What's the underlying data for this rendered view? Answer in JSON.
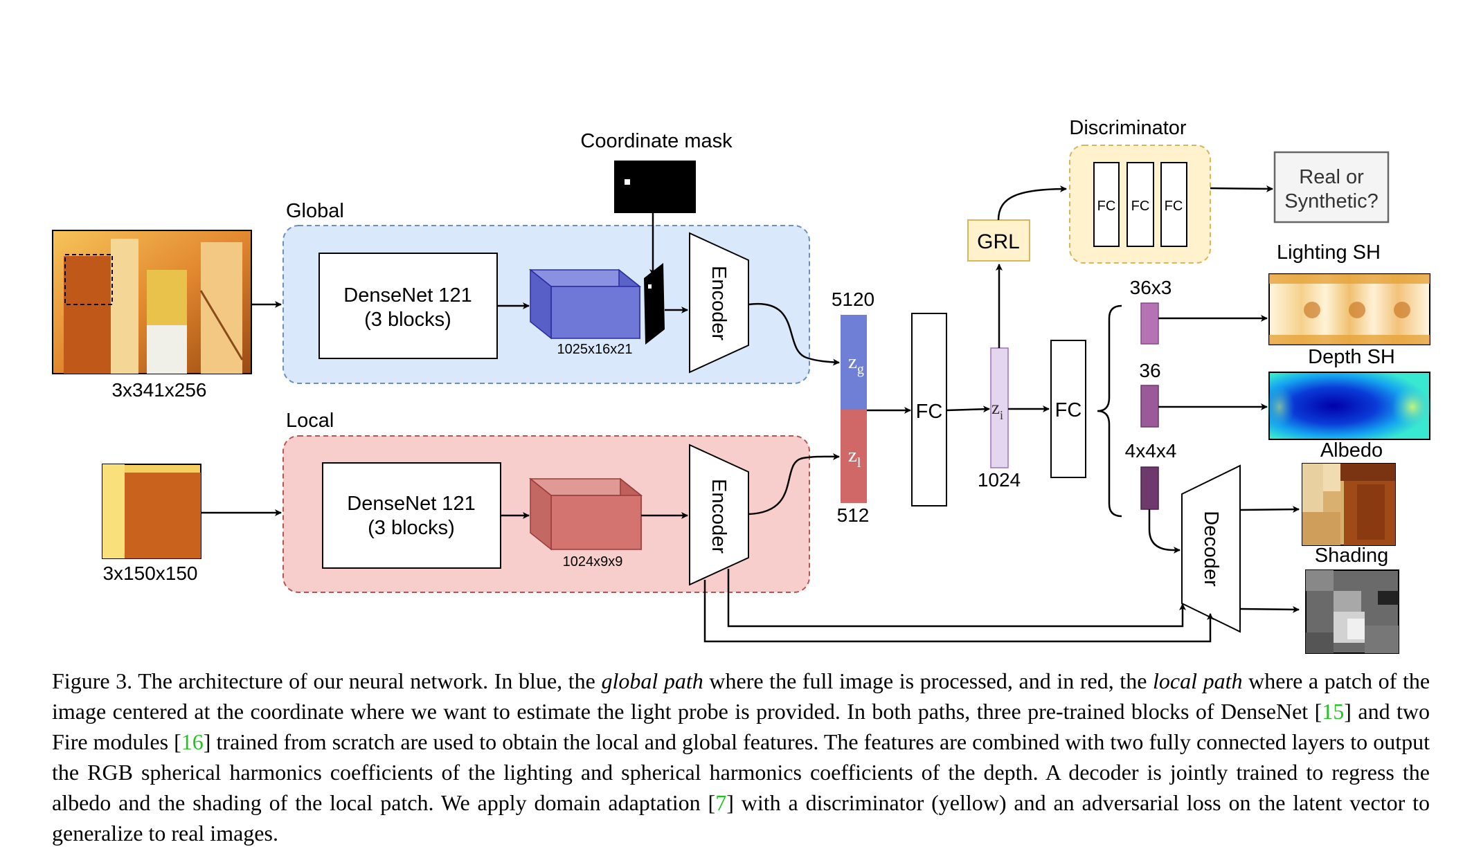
{
  "figure": {
    "title_coordinate_mask": "Coordinate mask",
    "label_global": "Global",
    "label_local": "Local",
    "input_global_dims": "3x341x256",
    "input_local_dims": "3x150x150",
    "densenet_global_line1": "DenseNet 121",
    "densenet_global_line2": "(3 blocks)",
    "densenet_local_line1": "DenseNet 121",
    "densenet_local_line2": "(3 blocks)",
    "tensor_global_dims": "1025x16x21",
    "tensor_local_dims": "1024x9x9",
    "encoder_global": "Encoder",
    "encoder_local": "Encoder",
    "zg_size": "5120",
    "zl_size": "512",
    "zg_base": "z",
    "zg_sub": "g",
    "zl_base": "z",
    "zl_sub": "l",
    "fc1": "FC",
    "zi_base": "z",
    "zi_sub": "i",
    "zi_size": "1024",
    "fc2": "FC",
    "grl": "GRL",
    "discriminator_title": "Discriminator",
    "disc_fc1": "FC",
    "disc_fc2": "FC",
    "disc_fc3": "FC",
    "real_line1": "Real or",
    "real_line2": "Synthetic?",
    "out_lighting_dims": "36x3",
    "out_depth_dims": "36",
    "out_albedo_dims": "4x4x4",
    "lighting_title": "Lighting SH",
    "depth_title": "Depth SH",
    "albedo_title": "Albedo",
    "shading_title": "Shading",
    "decoder": "Decoder"
  },
  "caption": {
    "part1": "Figure 3. The architecture of our neural network. In blue, the ",
    "em1": "global path",
    "part2": " where the full image is processed, and in red, the ",
    "em2": "local path",
    "part3": " where a patch of the image centered at the coordinate where we want to estimate the light probe is provided. In both paths, three pre-trained blocks of DenseNet [",
    "ref1": "15",
    "part4": "] and two Fire modules [",
    "ref2": "16",
    "part5": "] trained from scratch are used to obtain the local and global features. The features are combined with two fully connected layers to output the RGB spherical harmonics coefficients of the lighting and spherical harmonics coefficients of the depth. A decoder is jointly trained to regress the albedo and the shading of the local patch. We apply domain adaptation [",
    "ref3": "7",
    "part6": "] with a discriminator (yellow) and an adversarial loss on the latent vector to generalize to real images."
  },
  "colors": {
    "global_fill": "#dae8fc",
    "global_stroke": "#6c8ebf",
    "local_fill": "#f8cecc",
    "local_stroke": "#b85450",
    "global_tensor": "#6f78d6",
    "local_tensor": "#d37470",
    "zg_bar": "#6f7fd6",
    "zl_bar": "#d06868",
    "zi_bar": "#e3d6ee",
    "grl_fill": "#fff2cc",
    "grl_stroke": "#d6b656",
    "ref_link": "#22c322"
  }
}
